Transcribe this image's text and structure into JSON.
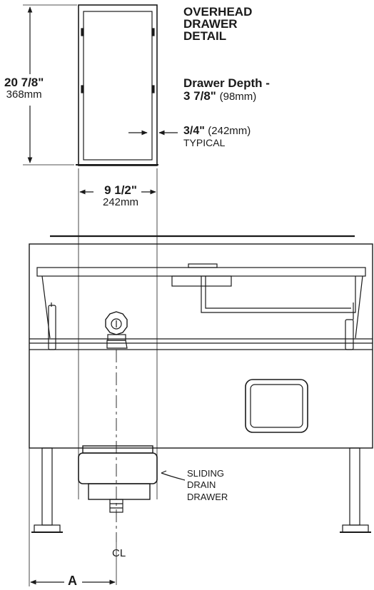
{
  "detail": {
    "title_line1": "OVERHEAD",
    "title_line2": "DRAWER",
    "title_line3": "DETAIL"
  },
  "height_dim": {
    "imperial": "20 7/8\"",
    "metric": "368mm"
  },
  "depth": {
    "label_line1": "Drawer Depth -",
    "value": "3 7/8\"",
    "metric": "(98mm)"
  },
  "edge": {
    "value": "3/4\"",
    "metric": "(242mm)",
    "note": "TYPICAL"
  },
  "width_dim": {
    "imperial": "9 1/2\"",
    "metric": "242mm"
  },
  "drain": {
    "line1": "SLIDING",
    "line2": "DRAIN",
    "line3": "DRAWER"
  },
  "centerline": "CL",
  "dimension_a": "A"
}
